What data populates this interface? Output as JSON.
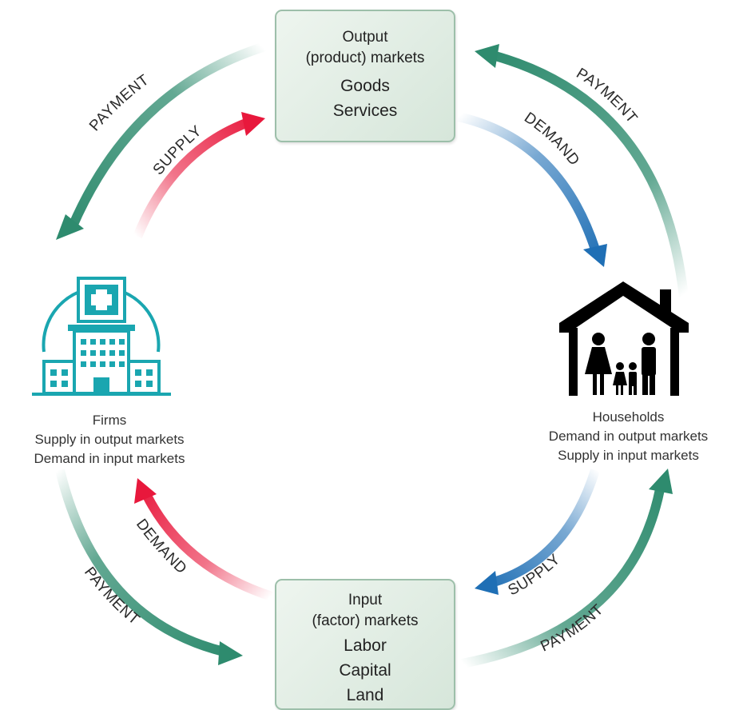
{
  "output_market": {
    "line1": "Output",
    "line2": "(product) markets",
    "items": [
      "Goods",
      "Services"
    ]
  },
  "input_market": {
    "line1": "Input",
    "line2": "(factor) markets",
    "items": [
      "Labor",
      "Capital",
      "Land"
    ]
  },
  "firms": {
    "title": "Firms",
    "line1": "Supply in output markets",
    "line2": "Demand in input markets",
    "icon": "hospital-building-icon"
  },
  "households": {
    "title": "Households",
    "line1": "Demand in output markets",
    "line2": "Supply in input markets",
    "icon": "house-family-icon"
  },
  "arrows": {
    "payment_top_left": "PAYMENT",
    "supply_top_left": "SUPPLY",
    "payment_top_right": "PAYMENT",
    "demand_top_right": "DEMAND",
    "demand_bottom_left": "DEMAND",
    "payment_bottom_left": "PAYMENT",
    "supply_bottom_right": "SUPPLY",
    "payment_bottom_right": "PAYMENT"
  },
  "colors": {
    "payment": "#2e8b6e",
    "supply_firm": "#e8183c",
    "demand_household": "#1f6fb5",
    "firm_icon": "#1aa6b0",
    "box_border": "#9dbfaa"
  }
}
